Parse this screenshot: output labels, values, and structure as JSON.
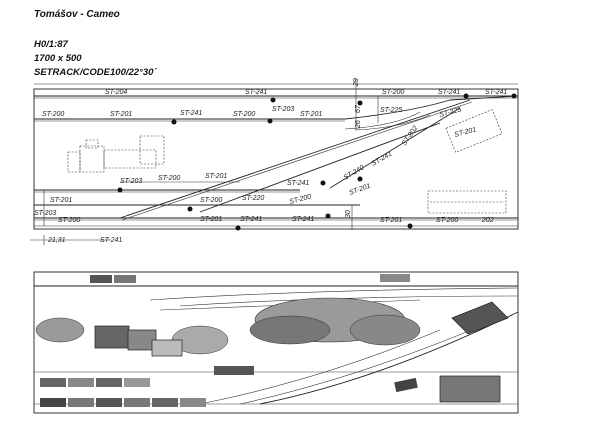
{
  "header": {
    "title": "Tomášov - Cameo",
    "scale": "H0/1:87",
    "size": "1700 x 500",
    "system": "SETRACK/CODE100/22°30´"
  },
  "track_labels": {
    "t1": "ST-204",
    "t2": "ST-241",
    "t3": "ST-200",
    "t4": "ST-201",
    "t5": "ST-241",
    "t6": "ST-200",
    "t7": "ST-203",
    "t8": "ST-201",
    "t9": "ST-200",
    "t10": "ST-225",
    "t11": "ST-241",
    "t12": "ST-241",
    "t13": "ST-225",
    "t14": "ST-201",
    "t15": "ST-202",
    "t16": "ST-241",
    "t17": "ST-240",
    "t18": "ST-201",
    "t19": "ST-203",
    "t20": "ST-200",
    "t21": "ST-201",
    "t22": "ST-241",
    "t23": "ST-220",
    "t24": "ST-201",
    "t25": "ST-200",
    "t26": "ST-203",
    "t27": "ST-200",
    "t28": "ST-201",
    "t29": "ST-241",
    "t30": "ST-241",
    "t31": "ST-200",
    "t32": "ST-201",
    "t33": "ST-200",
    "t34": "202",
    "t35": "ST-241",
    "t36": "21,31",
    "t37": "29",
    "t38": "26",
    "t39": "67",
    "t40": "30"
  }
}
